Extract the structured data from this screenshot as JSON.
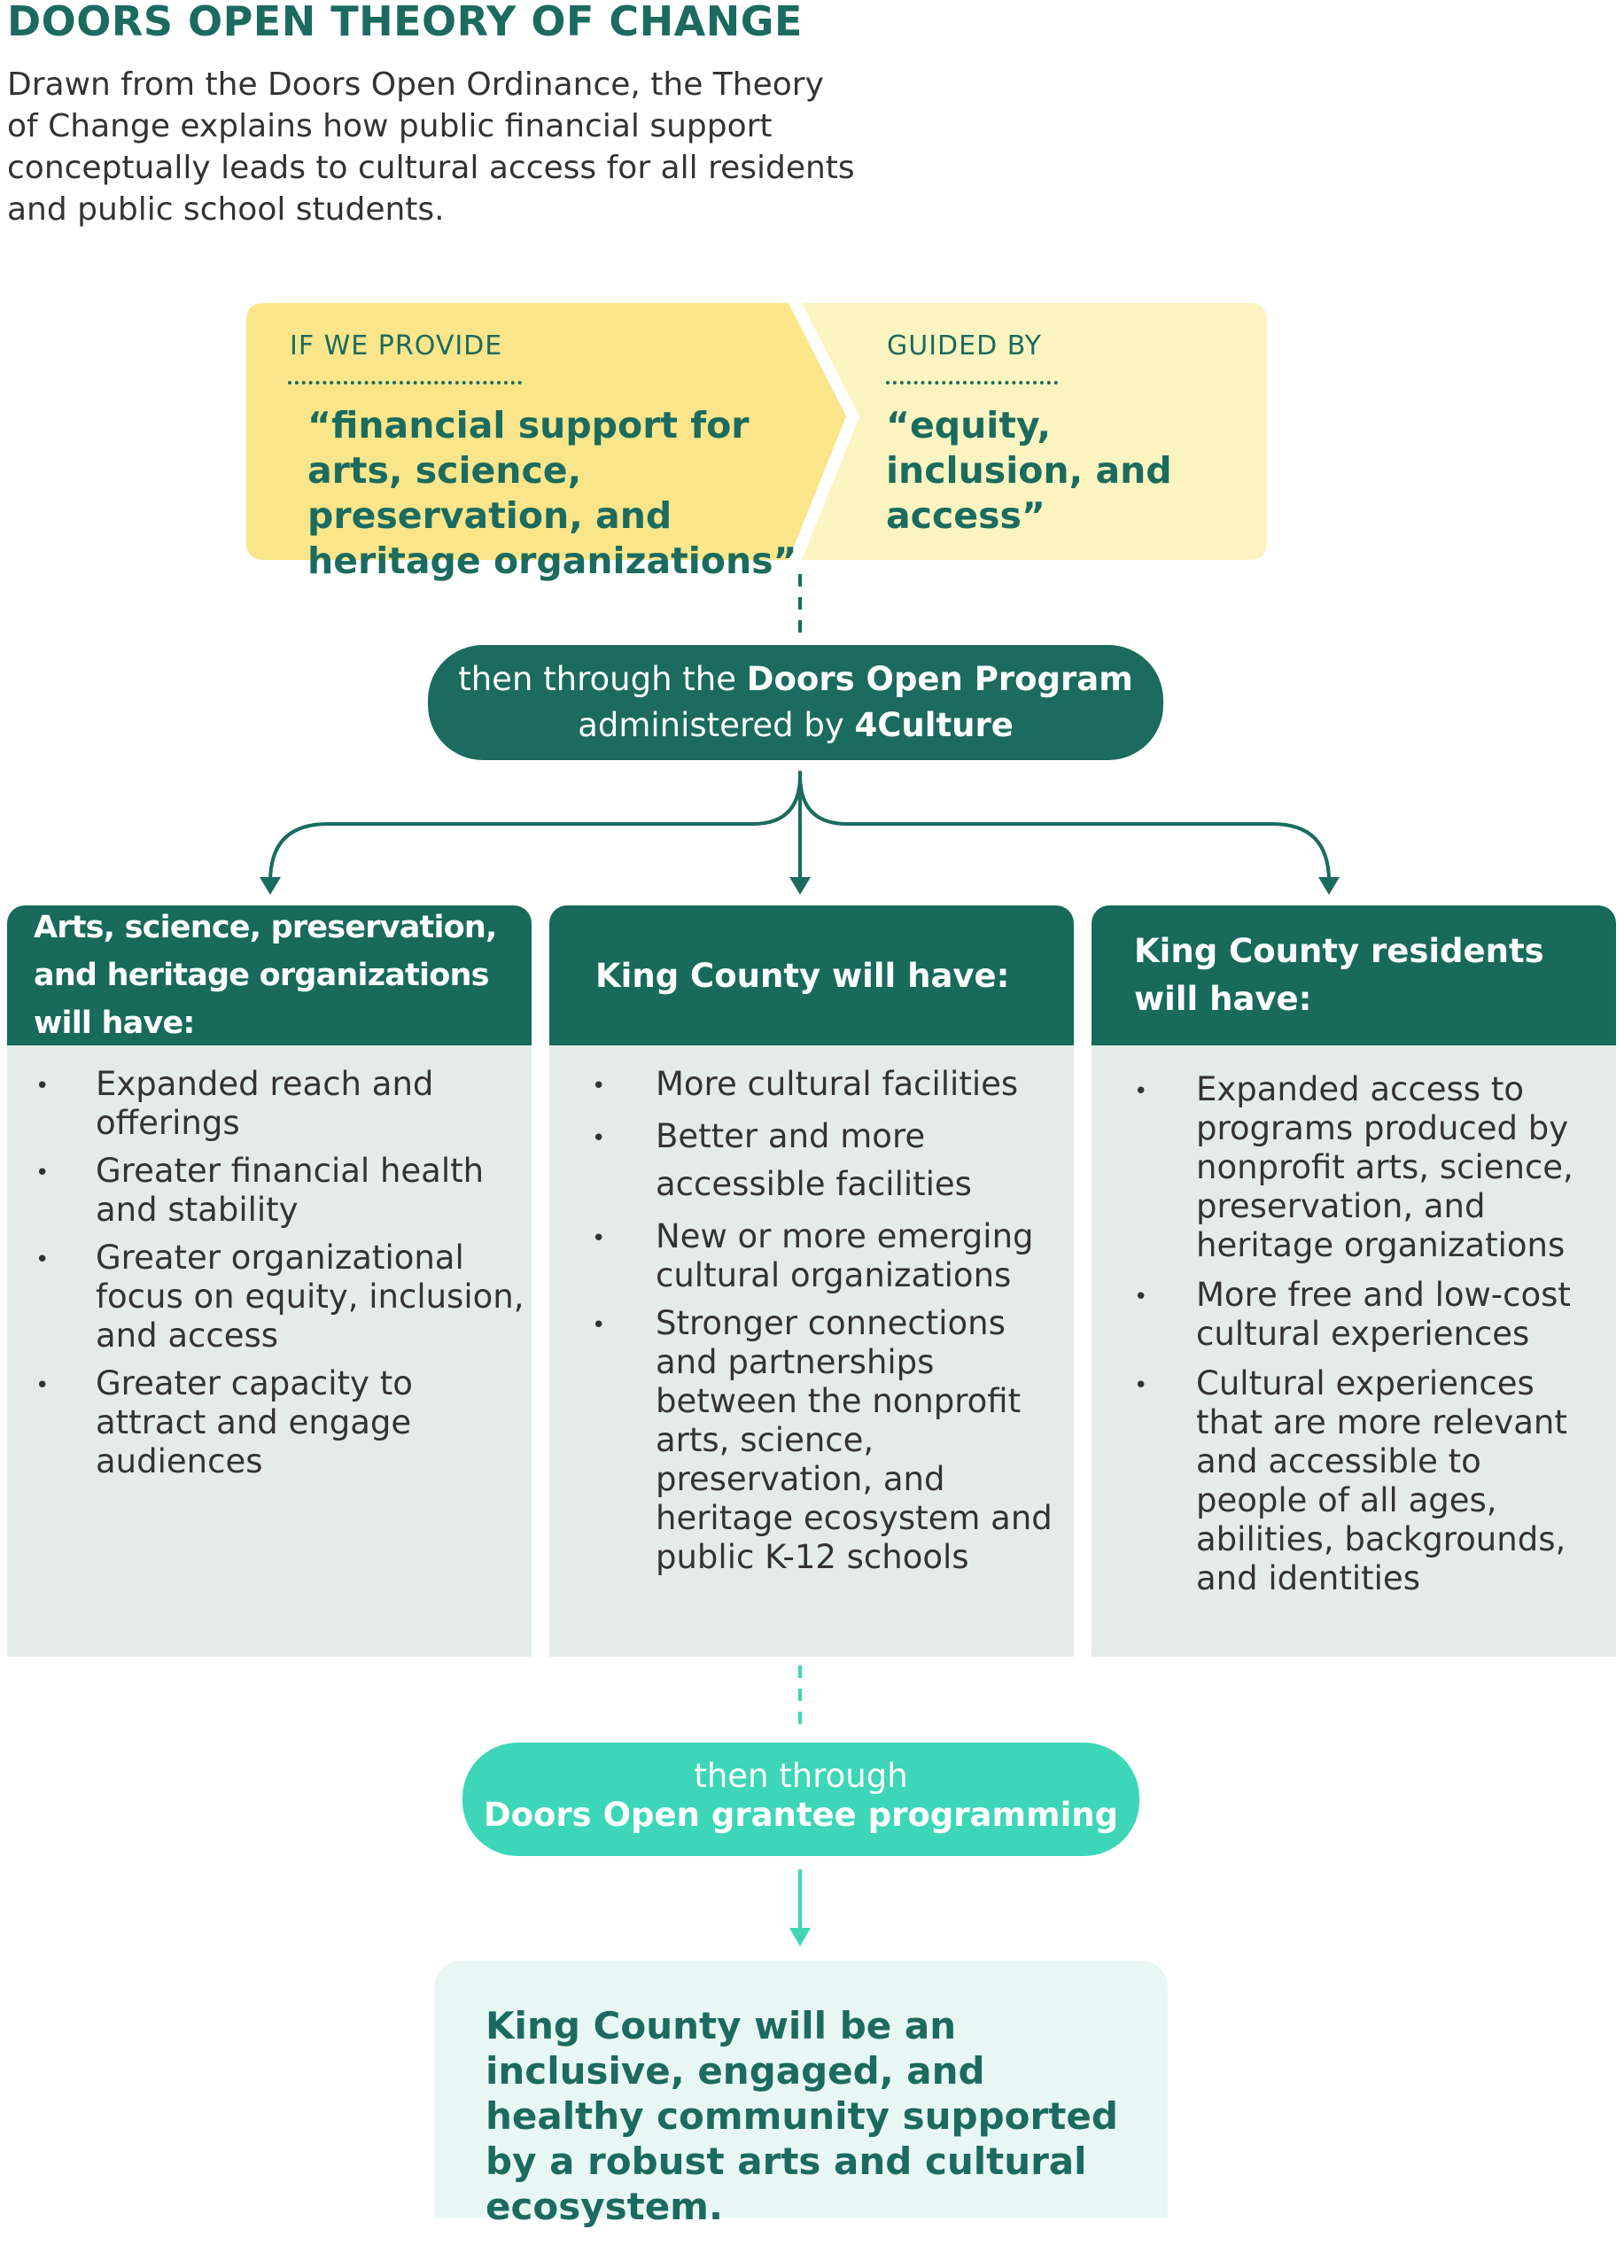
{
  "title": "DOORS OPEN THEORY OF CHANGE",
  "intro": "Drawn from the Doors Open Ordinance, the Theory of Change explains how public financial support conceptually leads to cultural access for all residents and public school students.",
  "if_we_provide": {
    "label": "IF WE PROVIDE",
    "quote": "“financial support for arts, science, preservation, and heritage organizations”"
  },
  "guided_by": {
    "label": "GUIDED BY",
    "quote": "“equity, inclusion, and access”"
  },
  "program_pill": {
    "line1_prefix": "then through the ",
    "line1_bold": "Doors Open Program",
    "line2_prefix": "administered by ",
    "line2_bold": "4Culture"
  },
  "columns": [
    {
      "heading": "Arts, science, preservation, and heritage organizations will have:",
      "items": [
        "Expanded reach and offerings",
        "Greater financial health and stability",
        "Greater organizational focus on equity, inclusion, and access",
        "Greater capacity to attract and engage audiences"
      ]
    },
    {
      "heading": "King County will have:",
      "items": [
        "More cultural facilities",
        "Better and more accessible facilities",
        "New or more emerging cultural organizations",
        "Stronger connections and partnerships between the nonprofit arts, science, preservation, and heritage ecosystem and public K-12 schools"
      ]
    },
    {
      "heading": "King County residents will have:",
      "items": [
        "Expanded access to programs produced by nonprofit arts, science, preservation, and heritage organizations",
        "More free and low-cost cultural experiences",
        "Cultural experiences that are more relevant and accessible to people of all ages, abilities, backgrounds, and identities"
      ]
    }
  ],
  "grantee_pill": {
    "line1": "then through",
    "line2": "Doors Open grantee programming"
  },
  "outcome": "King County will be an inclusive, engaged, and healthy community supported by a robust arts and cultural ecosystem.",
  "colors": {
    "dark_green": "#1b6b5e",
    "teal": "#3dd6b6",
    "yellow": "#fae58a",
    "light_yellow": "#fcf4c0",
    "column_body": "#e4ecea",
    "outcome_bg": "#e9f7f4"
  }
}
